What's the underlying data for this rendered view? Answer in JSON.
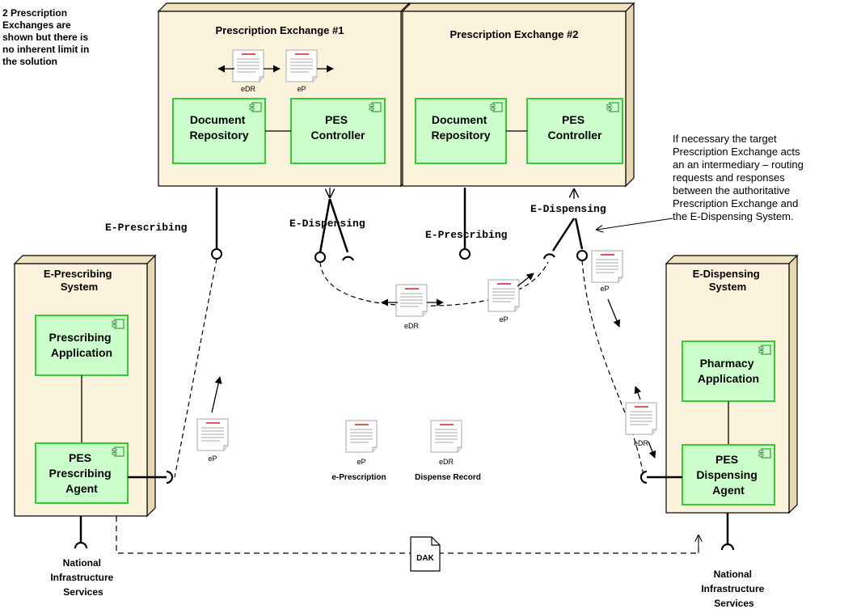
{
  "top_note": [
    "2 Prescription",
    "Exchanges are",
    "shown but there is",
    "no inherent limit in",
    "the solution"
  ],
  "nodes": {
    "pe1": {
      "title": "Prescription Exchange #1"
    },
    "pe2": {
      "title": "Prescription Exchange #2"
    },
    "eps": {
      "title": [
        "E-Prescribing",
        "System"
      ]
    },
    "eds": {
      "title": [
        "E-Dispensing",
        "System"
      ]
    }
  },
  "components": {
    "pe1_repo": [
      "Document",
      "Repository"
    ],
    "pe1_ctrl": [
      "PES",
      "Controller"
    ],
    "pe2_repo": [
      "Document",
      "Repository"
    ],
    "pe2_ctrl": [
      "PES",
      "Controller"
    ],
    "prescribing_app": [
      "Prescribing",
      "Application"
    ],
    "prescribing_agent": [
      "PES",
      "Prescribing",
      "Agent"
    ],
    "pharmacy_app": [
      "Pharmacy",
      "Application"
    ],
    "dispensing_agent": [
      "PES",
      "Dispensing",
      "Agent"
    ]
  },
  "interfaces": {
    "pe1_prescribing": "E-Prescribing",
    "pe1_dispensing": "E-Dispensing",
    "pe2_prescribing": "E-Prescribing",
    "pe2_dispensing": "E-Dispensing"
  },
  "doc_labels": {
    "edr": "eDR",
    "ep": "eP"
  },
  "legend": {
    "ep_caption": "e-Prescription",
    "edr_caption": "Dispense Record"
  },
  "dak_label": "DAK",
  "right_note": [
    "If necessary the target",
    "Prescription Exchange  acts",
    "an an intermediary – routing",
    "requests and responses",
    "between the authoritative",
    "Prescription Exchange and",
    "the E-Dispensing System."
  ],
  "national_services": [
    "National",
    "Infrastructure",
    "Services"
  ],
  "colors": {
    "node_fill": "#fbf3dc",
    "component_fill": "#ccffcc",
    "component_stroke": "#33cc33",
    "doc_red_line": "#d42020"
  }
}
